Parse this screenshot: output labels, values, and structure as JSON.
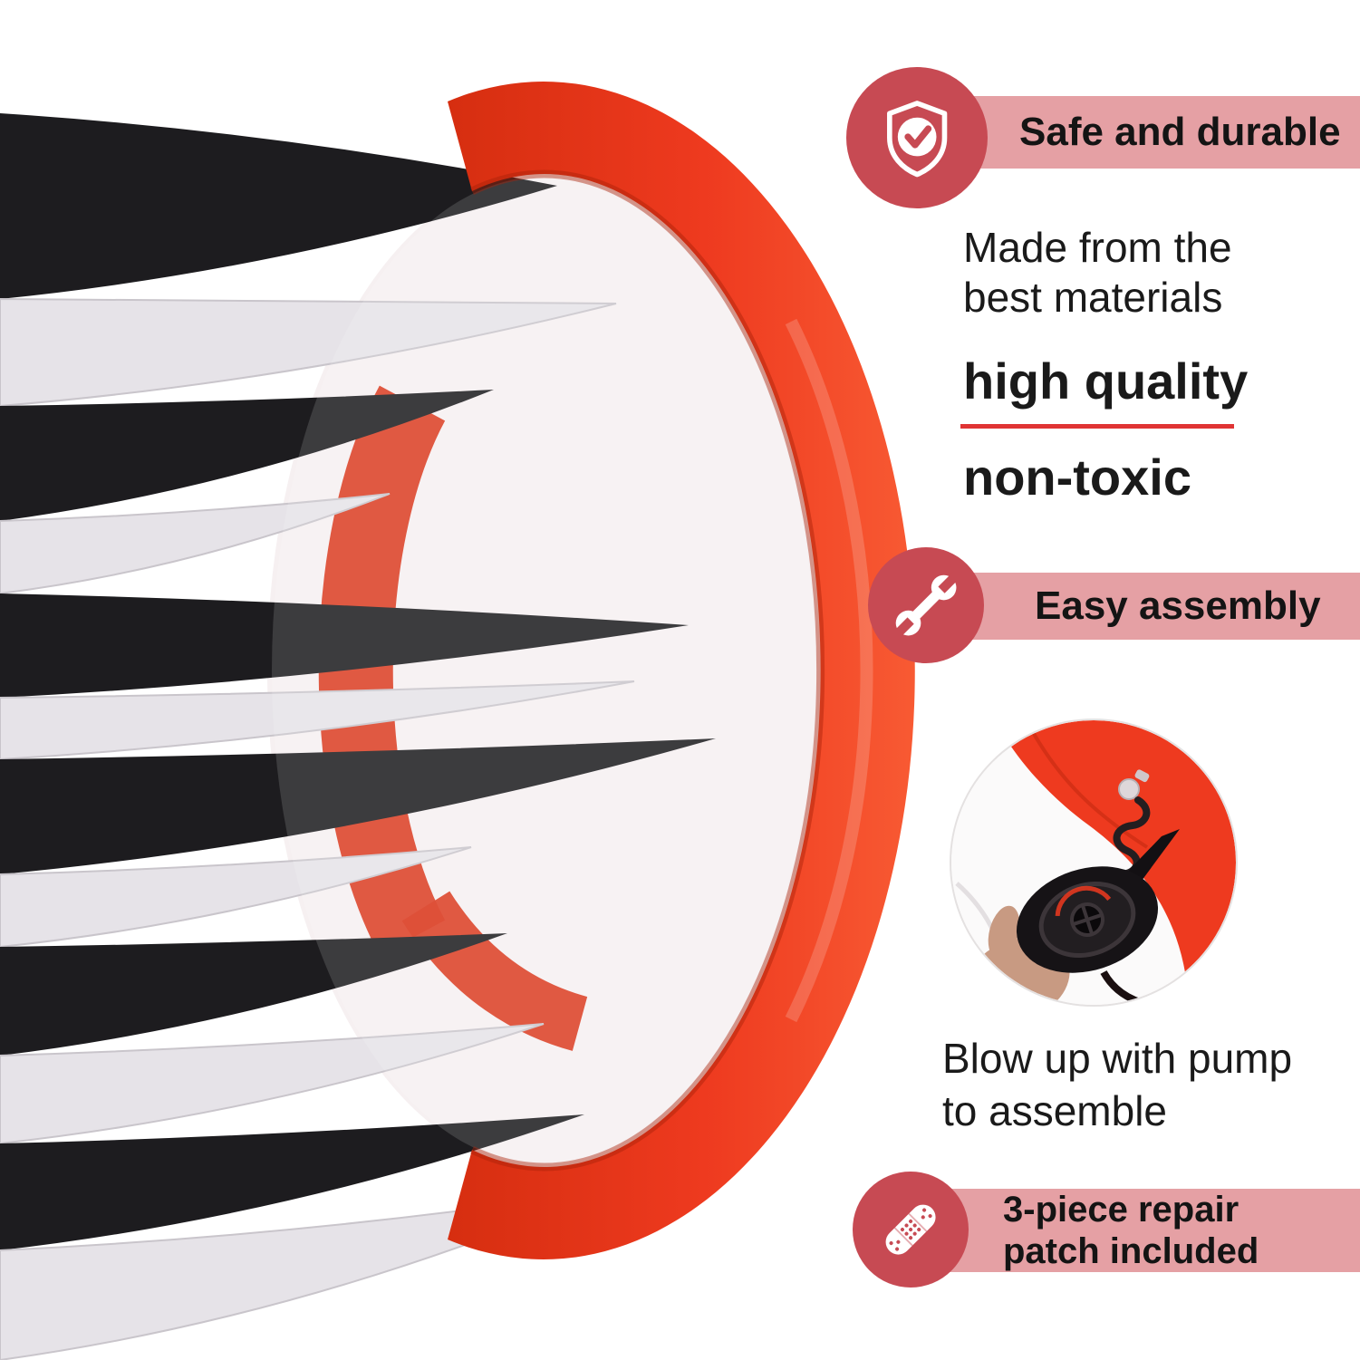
{
  "colors": {
    "accent-red": "#c74a53",
    "banner-pink": "#e5a0a4",
    "underline-red": "#e03434",
    "product-red": "#ee3a1f",
    "product-red-dark": "#d93418",
    "stripe-dark": "#1d1c1f",
    "stripe-light": "#e6e3e8",
    "text-black": "#141414"
  },
  "features": {
    "safe": {
      "label": "Safe and durable"
    },
    "materials": {
      "line1": "Made from the",
      "line2": "best materials"
    },
    "quality": {
      "highlight": "high quality",
      "secondary": "non-toxic"
    },
    "assembly": {
      "label": "Easy assembly"
    },
    "pump": {
      "line1": "Blow up with pump",
      "line2": "to assemble"
    },
    "patch": {
      "line1": "3-piece repair",
      "line2": "patch included"
    }
  }
}
